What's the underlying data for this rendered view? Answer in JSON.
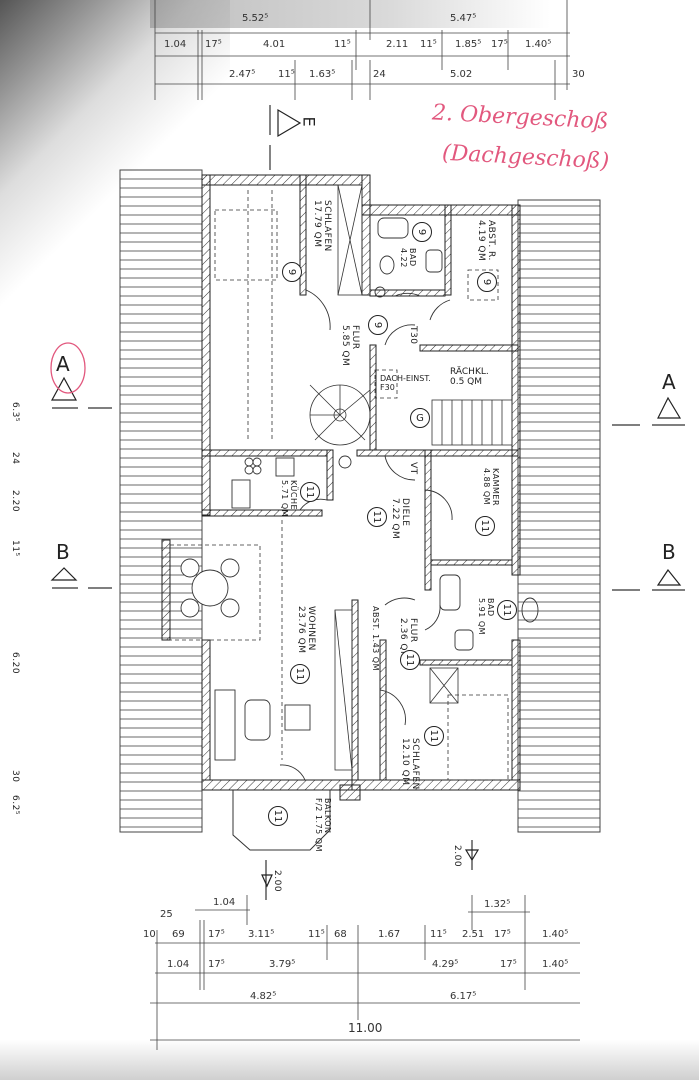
{
  "title": {
    "line1": "2. Obergeschoß",
    "line2": "(Dachgeschoß)",
    "color": "#e2587e"
  },
  "top_dimensions": {
    "row1": [
      "5.52⁵",
      "5.47⁵"
    ],
    "row2": [
      "1.04",
      "17⁵",
      "4.01",
      "11⁵",
      "2.11",
      "11⁵",
      "1.85⁵",
      "17⁵",
      "1.40⁵"
    ],
    "row3": [
      "2.47⁵",
      "11⁵",
      "1.63⁵",
      "24",
      "5.02",
      "30"
    ]
  },
  "bottom_dimensions": {
    "upper": [
      "1.04",
      "1.32⁵"
    ],
    "row1": [
      "25",
      "10",
      "69",
      "17⁵",
      "3.11⁵",
      "11⁵",
      "68",
      "1.67",
      "11⁵",
      "2.51",
      "17⁵",
      "1.40⁵"
    ],
    "row2": [
      "1.04",
      "17⁵",
      "3.79⁵",
      "4.29⁵",
      "17⁵",
      "1.40⁵"
    ],
    "row3": [
      "4.82⁵",
      "6.17⁵"
    ],
    "total": "11.00"
  },
  "left_dimensions": [
    "6.3⁵",
    "24",
    "2.20",
    "11⁵",
    "6.20",
    "30",
    "6.2⁵"
  ],
  "section_markers": {
    "A": "A",
    "B": "B",
    "E": "E"
  },
  "elevation_markers": [
    "2.00",
    "2.00"
  ],
  "rooms": [
    {
      "name": "SCHLAFEN",
      "area": "17.79 QM",
      "num": "9"
    },
    {
      "name": "BAD",
      "area": "4.22",
      "num": "9"
    },
    {
      "name": "ABST. R.",
      "area": "4.19 QM",
      "num": "9"
    },
    {
      "name": "FLUR",
      "area": "5.85 QM",
      "num": "9"
    },
    {
      "name": "DACH-EINST.",
      "area": "F30",
      "num": "G"
    },
    {
      "name": "RÄCHKL.",
      "area": "0.5 QM",
      "num": ""
    },
    {
      "name": "KÜCHE",
      "area": "5.71 QM",
      "num": "11"
    },
    {
      "name": "DIELE",
      "area": "7.22 QM",
      "num": "11"
    },
    {
      "name": "KAMMER",
      "area": "4.88 QM",
      "num": "11"
    },
    {
      "name": "WOHNEN",
      "area": "23.76 QM",
      "num": "11"
    },
    {
      "name": "BAD",
      "area": "5.91 QM",
      "num": "11"
    },
    {
      "name": "FLUR",
      "area": "2.36 QM",
      "num": "11"
    },
    {
      "name": "ABST.",
      "area": "1.43 QM",
      "num": ""
    },
    {
      "name": "SCHLAFEN",
      "area": "12.10 QM",
      "num": "11"
    },
    {
      "name": "BALKON",
      "area": "F/2 1.75 QM",
      "num": "11"
    }
  ],
  "door_labels": [
    "T30",
    "VT"
  ]
}
